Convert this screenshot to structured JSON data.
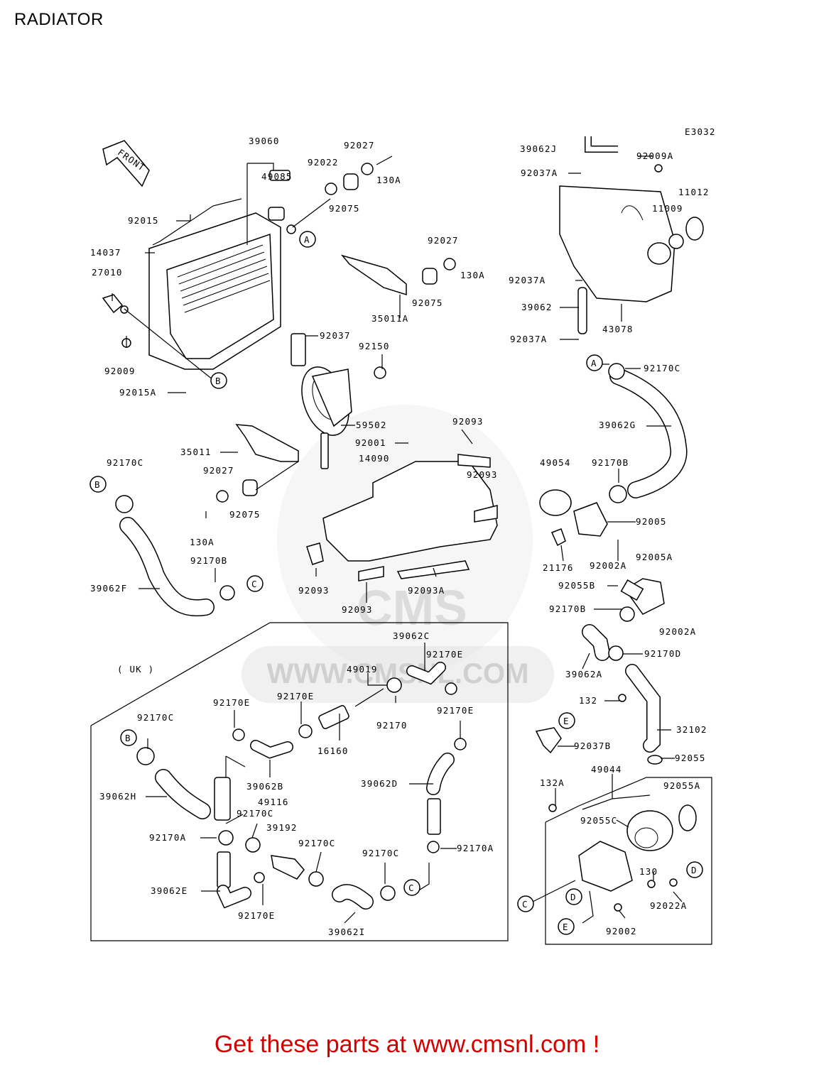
{
  "title": "RADIATOR",
  "code": "E3032",
  "front_label": "FRONT",
  "uk_label": "( UK )",
  "watermark_text": "WWW.CMSNL.COM",
  "watermark_brand": "CMS",
  "cta": "Get these parts at www.cmsnl.com !",
  "callouts": {
    "A": "A",
    "B": "B",
    "C": "C",
    "D": "D",
    "E": "E"
  },
  "parts": {
    "p39060": "39060",
    "p49085": "49085",
    "p92027a": "92027",
    "p92022": "92022",
    "p130a_1": "130A",
    "p92075a": "92075",
    "p92015": "92015",
    "p14037": "14037",
    "p27010": "27010",
    "p92009": "92009",
    "p92015a": "92015A",
    "p92027b": "92027",
    "p130a_2": "130A",
    "p92075b": "92075",
    "p35011a": "35011A",
    "p92037": "92037",
    "p92150": "92150",
    "p59502": "59502",
    "p92001": "92001",
    "p92093a": "92093",
    "p14090": "14090",
    "p92093b": "92093",
    "p35011": "35011",
    "p92027c": "92027",
    "p92075c": "92075",
    "p130a_3": "130A",
    "p92170c_1": "92170C",
    "p39062f": "39062F",
    "p92170b_1": "92170B",
    "p92093c": "92093",
    "p92093d": "92093",
    "p92093e": "92093A",
    "p39062j": "39062J",
    "p92009a": "92009A",
    "p92037a_1": "92037A",
    "p11012": "11012",
    "p11009": "11009",
    "p92037a_2": "92037A",
    "p39062": "39062",
    "p92037a_3": "92037A",
    "p43078": "43078",
    "p92170c_2": "92170C",
    "p39062g": "39062G",
    "p49054": "49054",
    "p92170b_2": "92170B",
    "p92005": "92005",
    "p21176": "21176",
    "p92002a_1": "92002A",
    "p92005a": "92005A",
    "p92055b": "92055B",
    "p92170b_3": "92170B",
    "p92002a_2": "92002A",
    "p39062a": "39062A",
    "p92170d": "92170D",
    "p132": "132",
    "p32102": "32102",
    "p92037b": "92037B",
    "p92055": "92055",
    "p49044": "49044",
    "p132a": "132A",
    "p92055a": "92055A",
    "p92055c": "92055C",
    "p130": "130",
    "p92022a": "92022A",
    "p92002": "92002",
    "p39062c": "39062C",
    "p49019": "49019",
    "p92170e_1": "92170E",
    "p92170e_2": "92170E",
    "p92170e_3": "92170E",
    "p92170": "92170",
    "p92170e_4": "92170E",
    "p16160": "16160",
    "p92170c_3": "92170C",
    "p39062b": "39062B",
    "p39062d": "39062D",
    "p39062h": "39062H",
    "p49116": "49116",
    "p92170c_4": "92170C",
    "p92170a_1": "92170A",
    "p39192": "39192",
    "p92170c_5": "92170C",
    "p92170c_6": "92170C",
    "p92170a_2": "92170A",
    "p39062e": "39062E",
    "p92170e_5": "92170E",
    "p39062i": "39062I"
  }
}
